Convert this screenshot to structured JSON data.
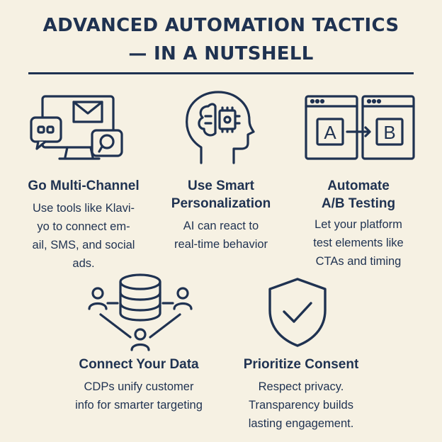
{
  "header": {
    "title_line1": "ADVANCED AUTOMATION TACTICS",
    "title_line2": "— IN A NUTSHELL"
  },
  "colors": {
    "background": "#f6f1e3",
    "ink": "#1f3251"
  },
  "tactics": [
    {
      "icon": "multi-channel-devices-icon",
      "heading": "Go Multi-Channel",
      "description": [
        "Use tools like Klavi-",
        "yo to connect em-",
        "ail, SMS, and social",
        "ads."
      ]
    },
    {
      "icon": "ai-brain-head-icon",
      "heading": [
        "Use Smart",
        "Personalization"
      ],
      "description": [
        "AI can react to",
        "real-time behavior"
      ]
    },
    {
      "icon": "ab-testing-windows-icon",
      "heading": [
        "Automate",
        "A/B Testing"
      ],
      "description": [
        "Let your platform",
        "test elements like",
        "CTAs and timing"
      ],
      "variant_a": "A",
      "variant_b": "B"
    },
    {
      "icon": "database-network-icon",
      "heading": "Connect Your Data",
      "description": [
        "CDPs unify customer",
        "info for smarter targeting"
      ]
    },
    {
      "icon": "shield-check-icon",
      "heading": "Prioritize Consent",
      "description": [
        "Respect privacy.",
        "Transparency builds",
        "lasting engagement."
      ]
    }
  ]
}
